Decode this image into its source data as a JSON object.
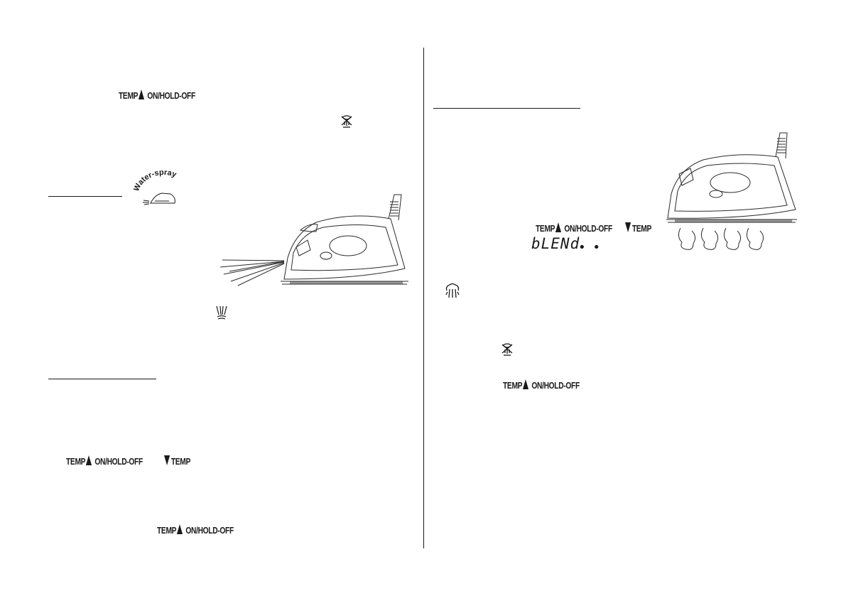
{
  "labels": {
    "temp_up": "TEMP",
    "on_hold_off": "ON/HOLD-OFF",
    "temp_down": "TEMP",
    "water_spray": "Water-spray",
    "lcd_blend": "bLENd",
    "lcd_dots": "• •"
  },
  "icons": {
    "anti_calc": "anti-calc-icon",
    "spray": "spray-icon",
    "steam_burst": "steam-burst-icon"
  }
}
